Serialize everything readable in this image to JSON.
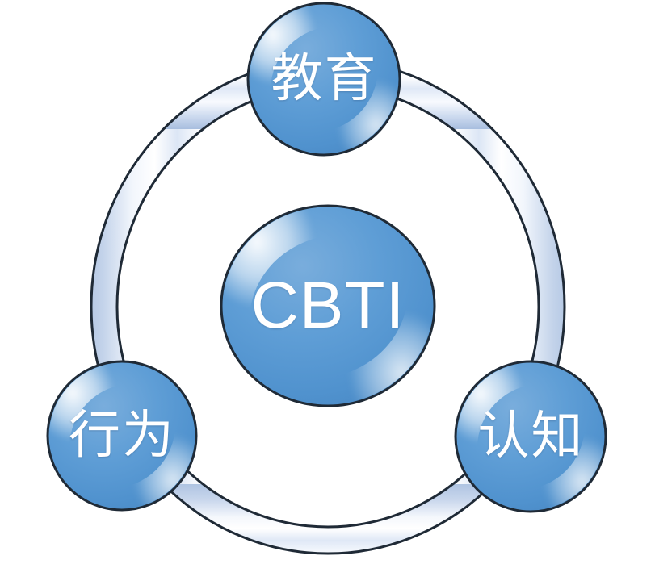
{
  "diagram": {
    "title": "CBTI",
    "type": "cycle-diagram",
    "colors": {
      "sphere_fill": "#5B9BD5",
      "sphere_fill_dark": "#4A89C4",
      "sphere_highlight": "#FFFFFF",
      "sphere_outline": "#1F2A36",
      "ring_fill": "#C3D3EA",
      "ring_highlight": "#FFFFFF",
      "ring_outline": "#1F2A36",
      "label_text": "#FFFFFF",
      "background": "#FFFFFF"
    },
    "center_node": {
      "label": "CBTI",
      "name": "center-node-cbti"
    },
    "nodes": [
      {
        "label": "教育",
        "name": "node-education",
        "position": "top"
      },
      {
        "label": "认知",
        "name": "node-cognition",
        "position": "bottom-right"
      },
      {
        "label": "行为",
        "name": "node-behavior",
        "position": "bottom-left"
      }
    ],
    "ring": {
      "name": "connecting-ring",
      "shape": "ellipse"
    }
  }
}
